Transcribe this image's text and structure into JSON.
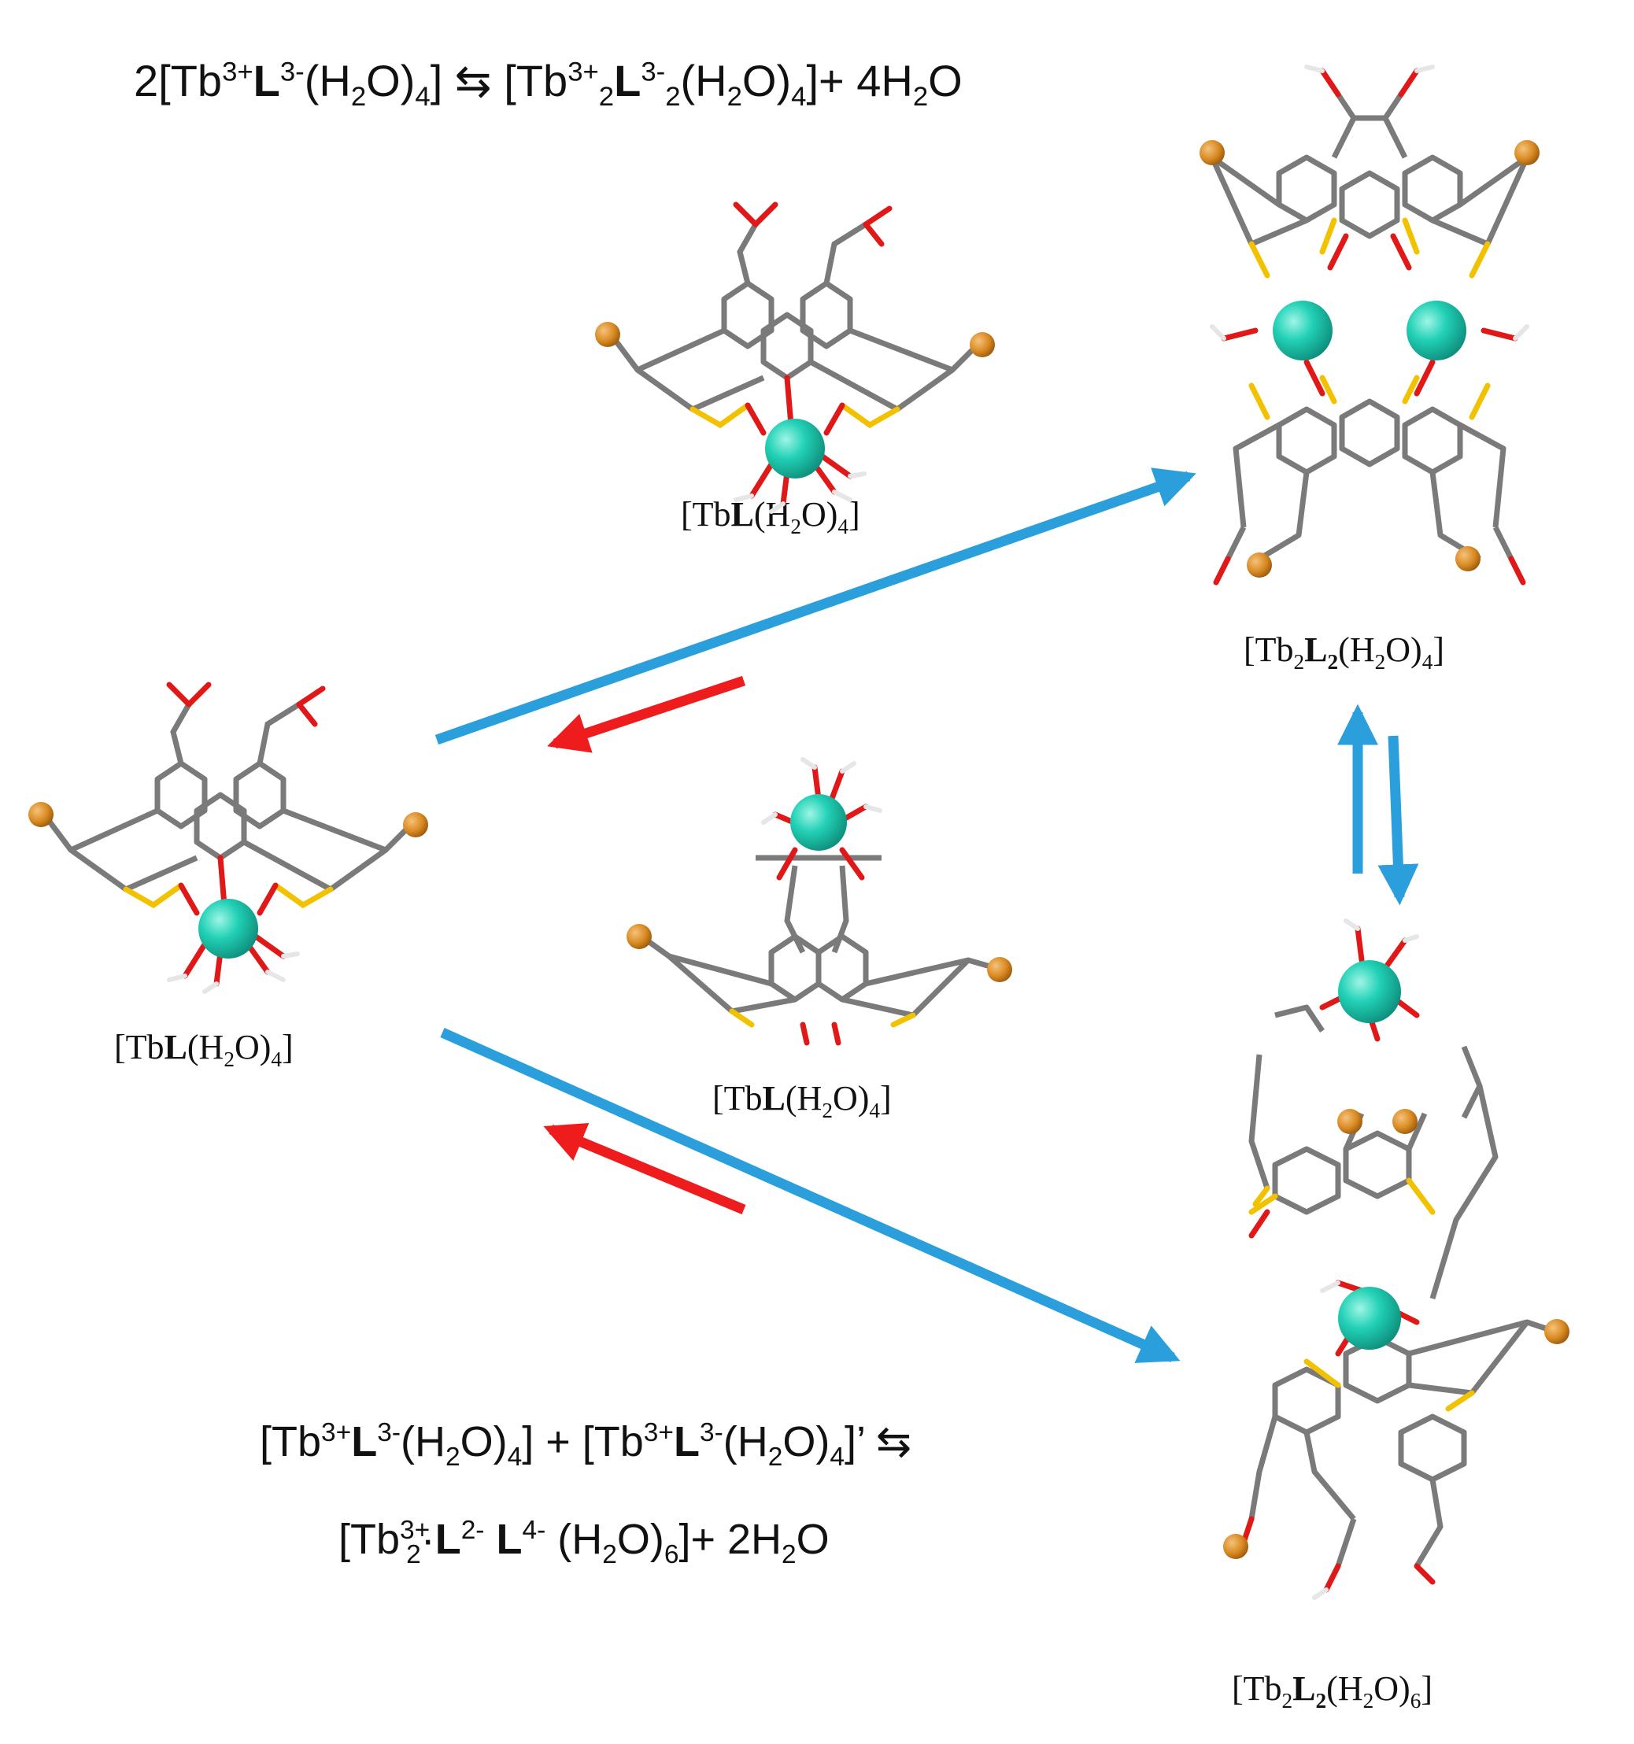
{
  "equations": {
    "top": {
      "c1": "2[Tb",
      "c1_sup": "3+",
      "c2": "L",
      "c2_sup": "3-",
      "c3": "(H",
      "c3_sub": "2",
      "c4": "O)",
      "c4_sub": "4",
      "c5": "] ⇆ [Tb",
      "c5_sup": "3+",
      "c5_sub": "2",
      "c6": "L",
      "c6_sup": "3-",
      "c6_sub": "2",
      "c7": "(H",
      "c7_sub": "2",
      "c8": "O)",
      "c8_sub": "4",
      "c9": "]+ 4H",
      "c9_sub": "2",
      "c10": "O"
    },
    "bottom1": {
      "c1": "[Tb",
      "c1_sup": "3+",
      "c2": "L",
      "c2_sup": "3-",
      "c3": "(H",
      "c3_sub": "2",
      "c4": "O)",
      "c4_sub": "4",
      "c5": "] + [Tb",
      "c5_sup": "3+",
      "c6": "L",
      "c6_sup": "3-",
      "c7": "(H",
      "c7_sub": "2",
      "c8": "O)",
      "c8_sub": "4",
      "c9": "]’ ⇆"
    },
    "bottom2": {
      "c1": "[Tb",
      "c1_sup": "3+",
      "c1_sub": "2",
      "c2": "·",
      "c3": "L",
      "c3_sup": "2-",
      "c4": " L",
      "c4_sup": "4-",
      "c5": " (H",
      "c5_sub": "2",
      "c6": "O)",
      "c6_sub": "6",
      "c7": "]+ 2H",
      "c7_sub": "2",
      "c8": "O"
    }
  },
  "labels": {
    "tbl_top": {
      "a": "[Tb",
      "b": "L",
      "c": "(H",
      "c_sub": "2",
      "d": "O)",
      "d_sub": "4",
      "e": "]"
    },
    "tbl_left": {
      "a": "[Tb",
      "b": "L",
      "c": "(H",
      "c_sub": "2",
      "d": "O)",
      "d_sub": "4",
      "e": "]"
    },
    "tbl_mid": {
      "a": "[Tb",
      "b": "L",
      "c": "(H",
      "c_sub": "2",
      "d": "O)",
      "d_sub": "4",
      "e": "]"
    },
    "dimer_a": {
      "a": "[Tb",
      "a_sub": "2",
      "b": "L",
      "b_sub": "2",
      "c": "(H",
      "c_sub": "2",
      "d": "O)",
      "d_sub": "4",
      "e": "]"
    },
    "dimer_b": {
      "a": "[Tb",
      "a_sub": "2",
      "b": "L",
      "b_sub": "2",
      "c": "(H",
      "c_sub": "2",
      "d": "O)",
      "d_sub": "6",
      "e": "]"
    }
  },
  "colors": {
    "forward_arrow": "#2b9fdc",
    "reverse_arrow": "#ee1c1c",
    "terbium": "#22d1b6",
    "bromine": "#d98a22",
    "sulfur": "#f2c200",
    "oxygen": "#e01818",
    "carbon": "#7a7a7a",
    "hydrogen": "#e6e6e6"
  },
  "icons": [
    "tbl-monomer-molecule",
    "tbl-flipped-monomer-molecule",
    "capsule-dimer-molecule",
    "helical-dimer-molecule"
  ]
}
